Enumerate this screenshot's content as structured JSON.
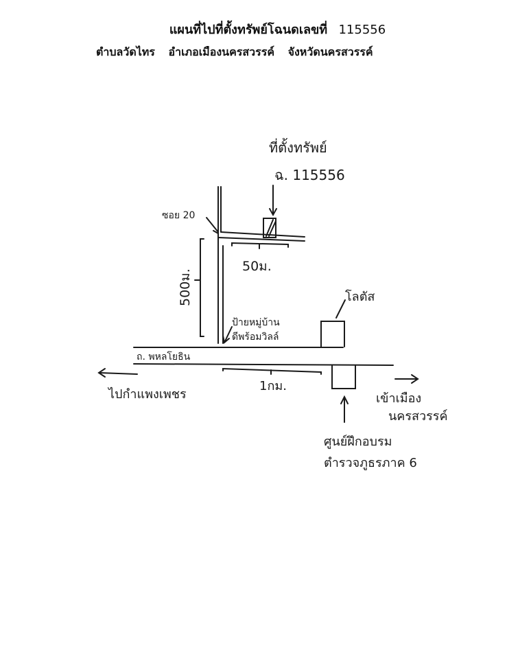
{
  "header": {
    "title": "แผนที่ไปที่ตั้งทรัพย์โฉนดเลขที่",
    "deed_number": "115556",
    "location": {
      "subdistrict": "ตำบลวัดไทร",
      "district": "อำเภอเมืองนครสวรรค์",
      "province": "จังหวัดนครสวรรค์"
    }
  },
  "map": {
    "property_label": "ที่ตั้งทรัพย์",
    "property_deed": "ฉ. 115556",
    "soi_label": "ซอย 20",
    "distance_soi": "50ม.",
    "distance_side": "500ม.",
    "village_sign_line1": "ป้ายหมู่บ้าน",
    "village_sign_line2": "ดีพร้อมวิลล์",
    "lotus_label": "โลตัส",
    "road_label": "ถ. พหลโยธิน",
    "distance_road": "1กม.",
    "direction_left": "ไปกำแพงเพชร",
    "direction_right_line1": "เข้าเมือง",
    "direction_right_line2": "นครสวรรค์",
    "training_center_line1": "ศูนย์ฝึกอบรม",
    "training_center_line2": "ตำรวจภูธรภาค 6"
  }
}
